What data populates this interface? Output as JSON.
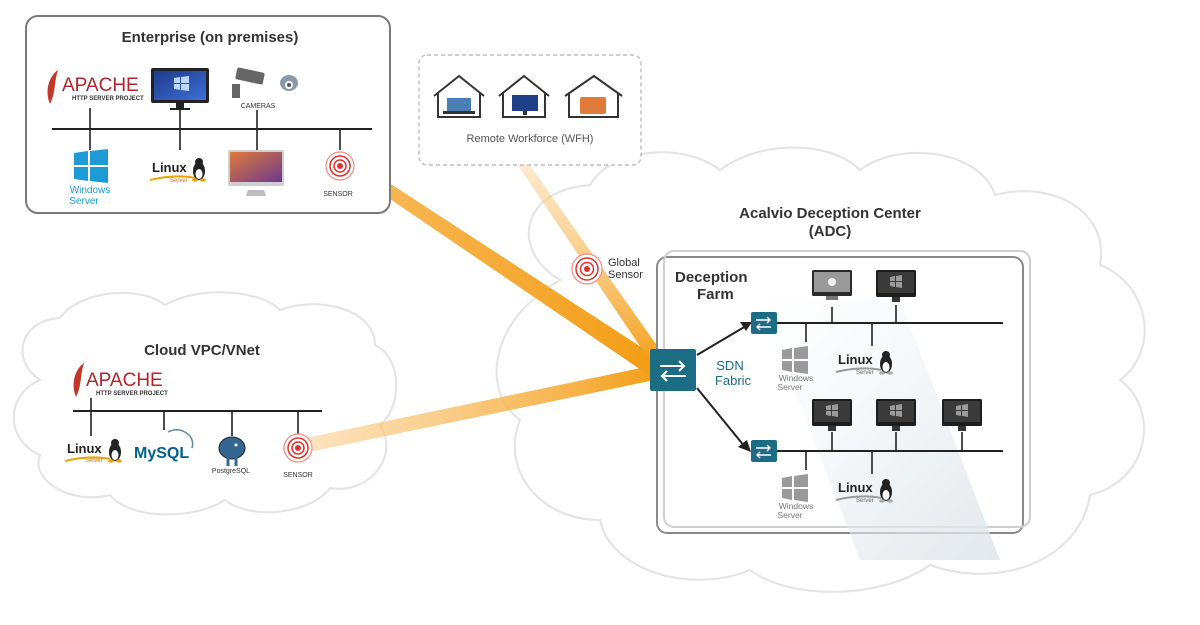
{
  "enterprise": {
    "title": "Enterprise (on premises)",
    "apache_name": "APACHE",
    "apache_sub": "HTTP SERVER PROJECT",
    "cameras_label": "CAMERAS",
    "windows_line1": "Windows",
    "windows_line2": "Server",
    "linux_name": "Linux",
    "linux_sub": "Server",
    "sensor_label": "SENSOR"
  },
  "remote": {
    "label": "Remote Workforce (WFH)"
  },
  "cloud": {
    "title": "Cloud VPC/VNet",
    "apache_name": "APACHE",
    "apache_sub": "HTTP SERVER PROJECT",
    "linux_name": "Linux",
    "linux_sub": "Server",
    "mysql_label": "MySQL",
    "postgres_label": "PostgreSQL",
    "sensor_label": "SENSOR"
  },
  "adc": {
    "title_line1": "Acalvio Deception Center",
    "title_line2": "(ADC)",
    "global_sensor_line1": "Global",
    "global_sensor_line2": "Sensor",
    "farm_line1": "Deception",
    "farm_line2": "Farm",
    "sdn_line1": "SDN",
    "sdn_line2": "Fabric",
    "windows_line1": "Windows",
    "windows_line2": "Server",
    "linux_name": "Linux",
    "linux_sub": "Server"
  },
  "colors": {
    "orange": "#f5a623",
    "teal": "#1a6d83",
    "red": "#e0312b",
    "dark": "#2b2b2b",
    "grey_text": "#555555"
  }
}
